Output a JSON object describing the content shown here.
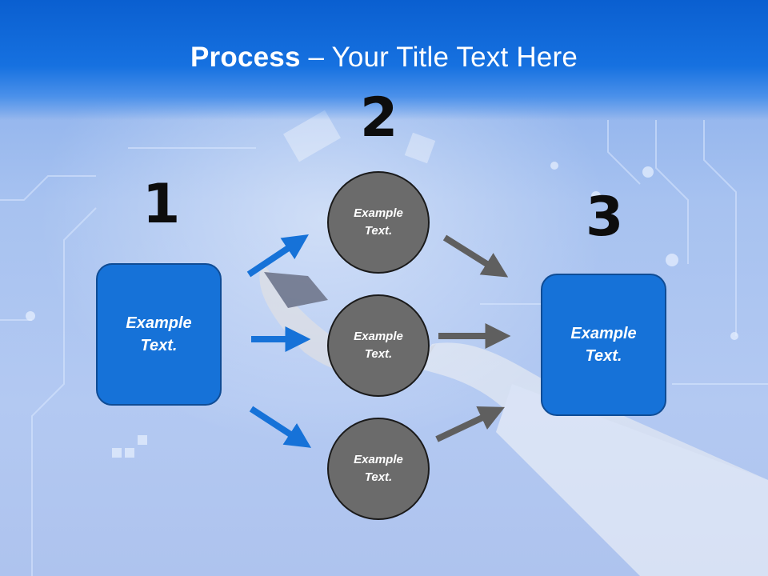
{
  "slide": {
    "title_bold": "Process",
    "title_rest": " – Your Title Text Here"
  },
  "steps": {
    "one": {
      "number": "1",
      "line1": "Example",
      "line2": "Text."
    },
    "two": {
      "number": "2"
    },
    "three": {
      "number": "3",
      "line1": "Example",
      "line2": "Text."
    }
  },
  "circles": [
    {
      "line1": "Example",
      "line2": "Text."
    },
    {
      "line1": "Example",
      "line2": "Text."
    },
    {
      "line1": "Example",
      "line2": "Text."
    }
  ],
  "colors": {
    "box_fill": "#1672d8",
    "circle_fill": "#6b6b6b",
    "blue_arrow": "#1672d8",
    "gray_arrow": "#5f5f5f"
  }
}
